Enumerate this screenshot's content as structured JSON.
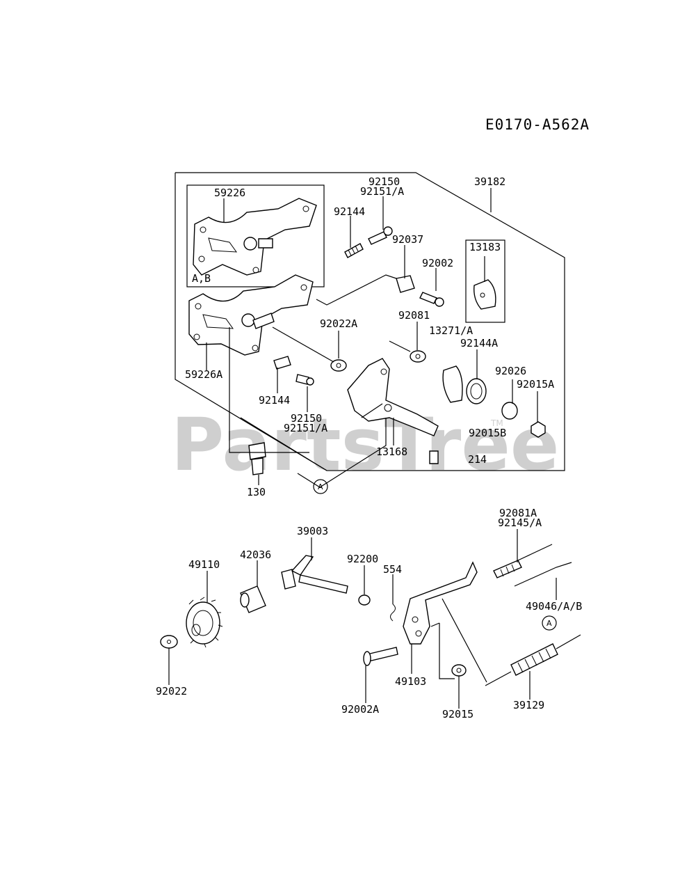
{
  "diagram_code": "E0170-A562A",
  "watermark": "PartsTree",
  "watermark_tm": "TM",
  "callout_marker": "A",
  "labels": {
    "p59226": "59226",
    "pAB": "A,B",
    "p92150_top": "92150",
    "p92151A_top": "92151/A",
    "p92144_top": "92144",
    "p39182": "39182",
    "p92037": "92037",
    "p92002": "92002",
    "p13183": "13183",
    "p92022A": "92022A",
    "p92081": "92081",
    "p13271A": "13271/A",
    "p92144A": "92144A",
    "p92026": "92026",
    "p92015A": "92015A",
    "p59226A": "59226A",
    "p92144_bot": "92144",
    "p92150_bot": "92150",
    "p92151A_bot": "92151/A",
    "p13168": "13168",
    "p92015B": "92015B",
    "p214": "214",
    "p130": "130",
    "p92081A": "92081A",
    "p92145A": "92145/A",
    "p39003": "39003",
    "p42036": "42036",
    "p49110": "49110",
    "p92200": "92200",
    "p554": "554",
    "p49046AB": "49046/A/B",
    "p92022": "92022",
    "p49103": "49103",
    "p92002A": "92002A",
    "p92015": "92015",
    "p39129": "39129"
  }
}
